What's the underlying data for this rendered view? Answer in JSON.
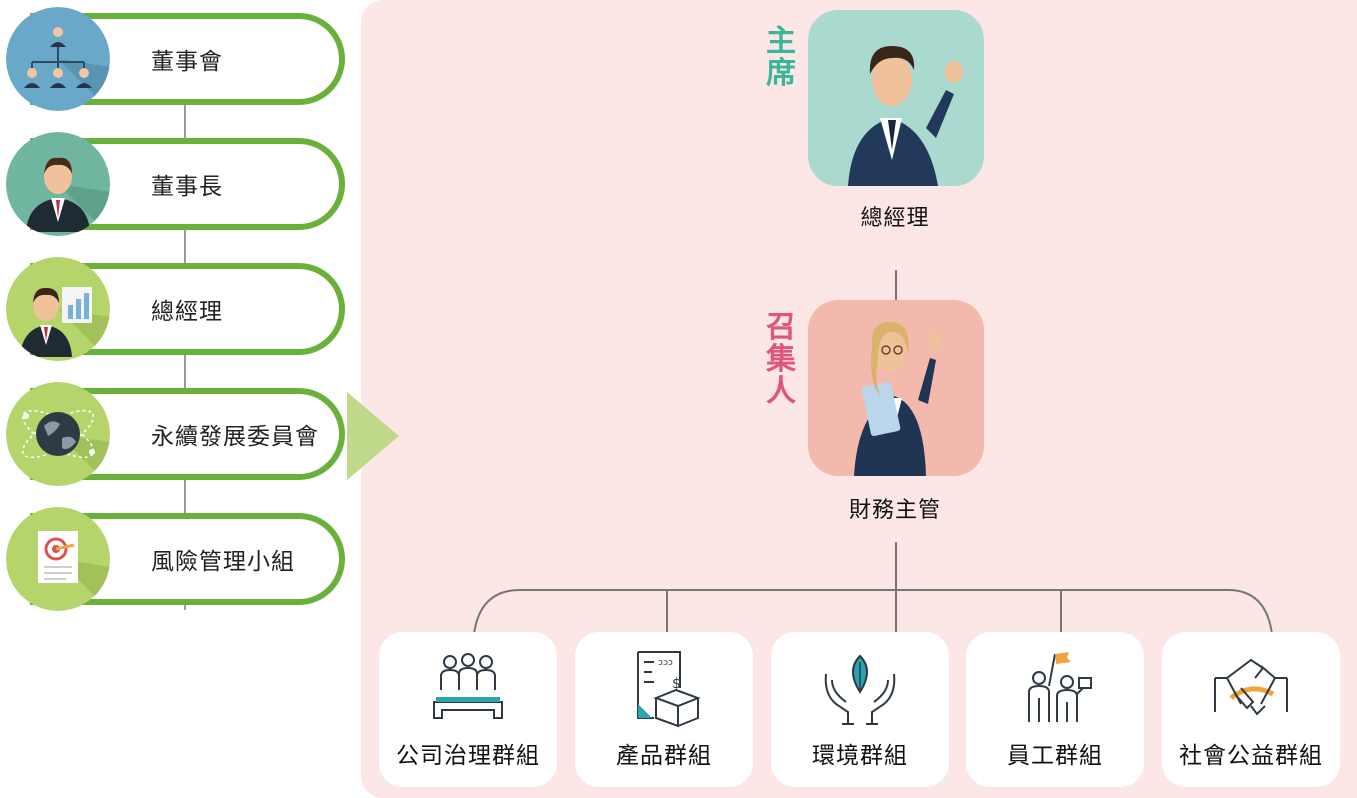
{
  "hierarchy": {
    "items": [
      {
        "label": "董事會",
        "icon": "org-chart-icon"
      },
      {
        "label": "董事長",
        "icon": "executive-avatar-icon"
      },
      {
        "label": "總經理",
        "icon": "manager-presentation-icon"
      },
      {
        "label": "永續發展委員會",
        "icon": "globe-icon"
      },
      {
        "label": "風險管理小組",
        "icon": "target-document-icon"
      }
    ]
  },
  "structure": {
    "chair_title": "主席",
    "chair_name": "總經理",
    "convener_title": "召集人",
    "convener_name": "財務主管",
    "groups": [
      {
        "label": "公司治理群組",
        "icon": "meeting-table-icon"
      },
      {
        "label": "產品群組",
        "icon": "product-box-icon"
      },
      {
        "label": "環境群組",
        "icon": "leaf-hands-icon"
      },
      {
        "label": "員工群組",
        "icon": "employees-flag-icon"
      },
      {
        "label": "社會公益群組",
        "icon": "handshake-icon"
      }
    ]
  },
  "colors": {
    "green_border": "#6ab13c",
    "panel_background": "#fde6e6",
    "chair_accent": "#3bb59a",
    "convener_accent": "#e0557a",
    "icon_teal": "#2aa6b2"
  }
}
